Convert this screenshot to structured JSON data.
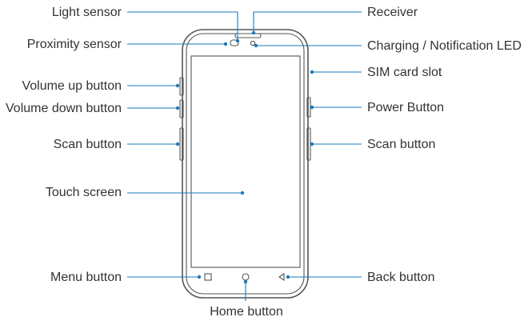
{
  "labels": {
    "light_sensor": "Light sensor",
    "proximity_sensor": "Proximity sensor",
    "volume_up": "Volume up button",
    "volume_down": "Volume down button",
    "scan_left": "Scan button",
    "touch_screen": "Touch screen",
    "menu_button": "Menu button",
    "home_button": "Home button",
    "receiver": "Receiver",
    "charging_led": "Charging / Notification LED",
    "sim_slot": "SIM card slot",
    "power_button": "Power Button",
    "scan_right": "Scan button",
    "back_button": "Back button"
  },
  "colors": {
    "leader": "#1a7ab8",
    "outline": "#555555",
    "text": "#333333"
  }
}
